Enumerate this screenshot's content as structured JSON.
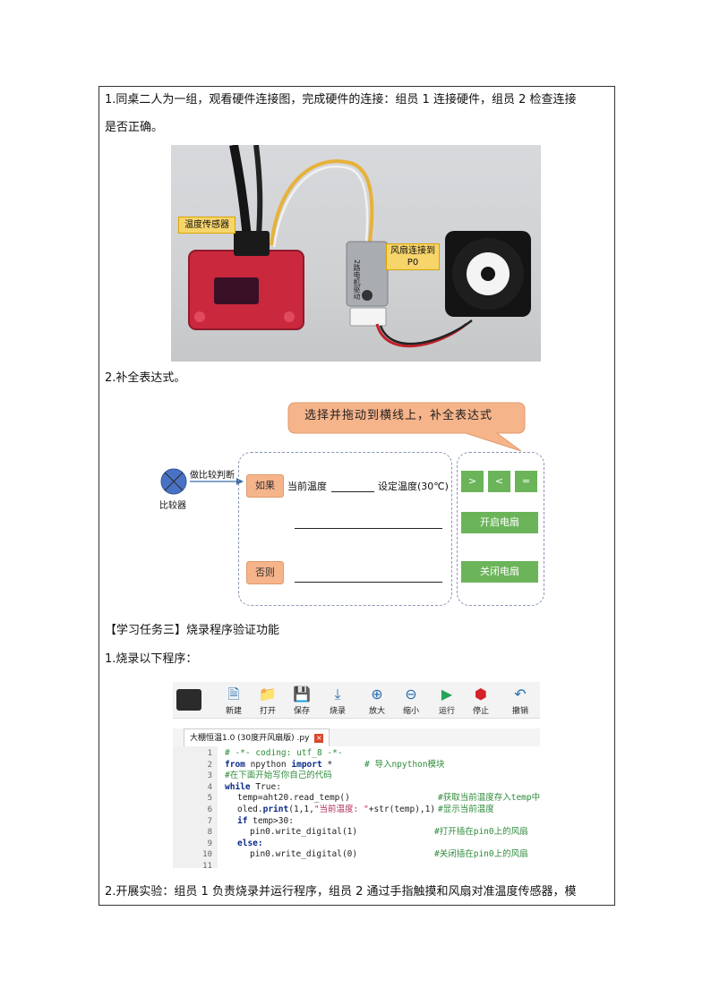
{
  "step1": {
    "line1": "1.同桌二人为一组，观看硬件连接图，完成硬件的连接：组员 1 连接硬件，组员 2 检查连接",
    "line2": "是否正确。"
  },
  "photo": {
    "callout_sensor": "温度传感器",
    "callout_fan_1": "风扇连接到",
    "callout_fan_2": "P0",
    "module_text": "2路电机驱动"
  },
  "step2": {
    "title": "2.补全表达式。"
  },
  "diagram": {
    "instruction": "选择并拖动到横线上，补全表达式",
    "comparator_label": "比较器",
    "arrow_label": "做比较判断",
    "if_label": "如果",
    "current_temp": "当前温度",
    "set_temp": "设定温度(30℃)",
    "else_label": "否则",
    "op_gt": ">",
    "op_lt": "<",
    "op_eq": "=",
    "fan_on": "开启电扇",
    "fan_off": "关闭电扇"
  },
  "task3": {
    "heading": "【学习任务三】烧录程序验证功能"
  },
  "step3": {
    "title": "1.烧录以下程序："
  },
  "ide": {
    "toolbar": [
      "新建",
      "打开",
      "保存",
      "烧录",
      "放大",
      "缩小",
      "运行",
      "停止",
      "撤销"
    ],
    "tab_title": "大棚恒温1.0 (30度开风扇版) .py",
    "lines": [
      "1",
      "2",
      "3",
      "4",
      "5",
      "6",
      "7",
      "8",
      "9",
      "10",
      "11"
    ],
    "code": {
      "l1": "# -*- coding: utf_8 -*-",
      "l2_kw1": "from",
      "l2_mid": " npython ",
      "l2_kw2": "import",
      "l2_end": " *",
      "l2_cm": "# 导入npython模块",
      "l3_cm": "#在下面开始写你自己的代码",
      "l4_kw": "while",
      "l4_end": " True:",
      "l5_a": "temp=aht20.read_temp()",
      "l5_cm": "#获取当前温度存入temp中",
      "l6_a": "oled.",
      "l6_kw": "print",
      "l6_b": "(1,1,",
      "l6_st": "\"当前温度: \"",
      "l6_c": "+str(temp),1)",
      "l6_cm": "#显示当前温度",
      "l7_kw": "if",
      "l7_a": " temp>30:",
      "l8_a": "pin0.write_digital(1)",
      "l8_cm": "#打开插在pin0上的风扇",
      "l9_kw": "else:",
      "l10_a": "pin0.write_digital(0)",
      "l10_cm": "#关闭插在pin0上的风扇"
    }
  },
  "step4": {
    "text": "2.开展实验：组员 1 负责烧录并运行程序，组员 2 通过手指触摸和风扇对准温度传感器，模"
  }
}
